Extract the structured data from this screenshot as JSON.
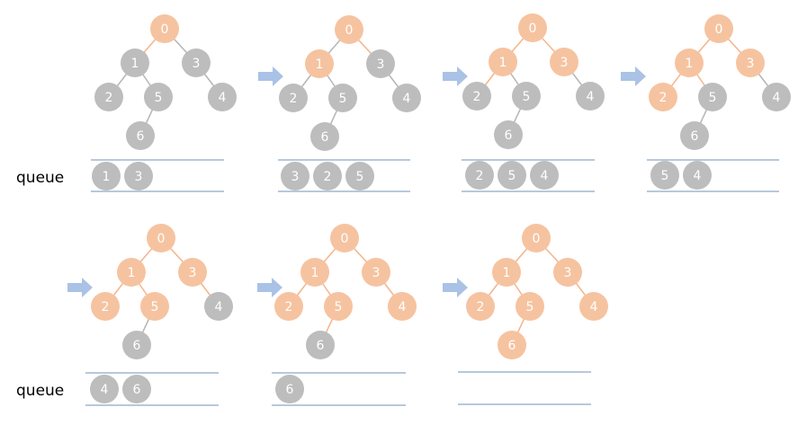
{
  "colors": {
    "visited": "#f6c3a0",
    "unvisited": "#bdbdbd",
    "edge_gray": "#b5b5b5",
    "edge_orange": "#f4b48a",
    "queue_line": "#8ea6c8",
    "arrow": "#aac2e6",
    "label_text": "#ffffff"
  },
  "tree": {
    "nodes": [
      "0",
      "1",
      "3",
      "2",
      "5",
      "4",
      "6"
    ],
    "edges": [
      [
        "0",
        "1"
      ],
      [
        "0",
        "3"
      ],
      [
        "1",
        "2"
      ],
      [
        "1",
        "5"
      ],
      [
        "3",
        "4"
      ],
      [
        "5",
        "6"
      ]
    ]
  },
  "row_labels": [
    "queue",
    "queue"
  ],
  "arrow_icon": "right-arrow-icon",
  "steps": [
    {
      "visited": [
        "0"
      ],
      "traversed_edges": [
        [
          "0",
          "1"
        ]
      ],
      "queue": [
        "1",
        "3"
      ]
    },
    {
      "visited": [
        "0",
        "1"
      ],
      "traversed_edges": [
        [
          "0",
          "3"
        ]
      ],
      "queue": [
        "3",
        "2",
        "5"
      ]
    },
    {
      "visited": [
        "0",
        "1",
        "3"
      ],
      "traversed_edges": [
        [
          "0",
          "1"
        ],
        [
          "0",
          "3"
        ],
        [
          "1",
          "2"
        ]
      ],
      "queue": [
        "2",
        "5",
        "4"
      ]
    },
    {
      "visited": [
        "0",
        "1",
        "3",
        "2"
      ],
      "traversed_edges": [
        [
          "0",
          "1"
        ],
        [
          "0",
          "3"
        ],
        [
          "1",
          "2"
        ],
        [
          "1",
          "5"
        ]
      ],
      "queue": [
        "5",
        "4"
      ]
    },
    {
      "visited": [
        "0",
        "1",
        "3",
        "2",
        "5"
      ],
      "traversed_edges": [
        [
          "0",
          "1"
        ],
        [
          "0",
          "3"
        ],
        [
          "1",
          "2"
        ],
        [
          "1",
          "5"
        ],
        [
          "3",
          "4"
        ]
      ],
      "queue": [
        "4",
        "6"
      ]
    },
    {
      "visited": [
        "0",
        "1",
        "3",
        "2",
        "5",
        "4"
      ],
      "traversed_edges": [
        [
          "0",
          "1"
        ],
        [
          "0",
          "3"
        ],
        [
          "1",
          "2"
        ],
        [
          "1",
          "5"
        ],
        [
          "3",
          "4"
        ],
        [
          "5",
          "6"
        ]
      ],
      "queue": [
        "6"
      ]
    },
    {
      "visited": [
        "0",
        "1",
        "3",
        "2",
        "5",
        "4",
        "6"
      ],
      "traversed_edges": [
        [
          "0",
          "1"
        ],
        [
          "0",
          "3"
        ],
        [
          "1",
          "2"
        ],
        [
          "1",
          "5"
        ],
        [
          "3",
          "4"
        ],
        [
          "5",
          "6"
        ]
      ],
      "queue": []
    }
  ]
}
